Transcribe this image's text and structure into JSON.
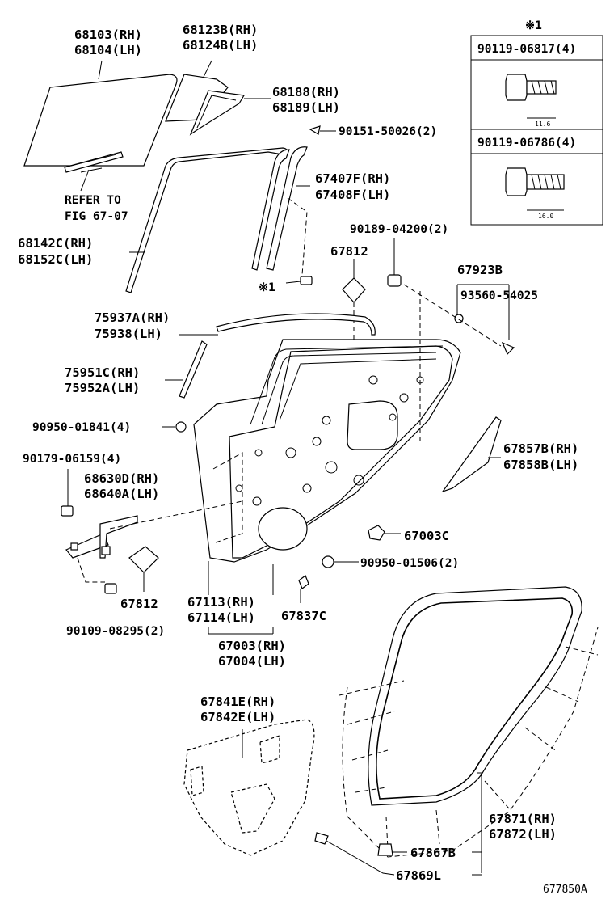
{
  "callouts": {
    "p68103": "68103(RH)",
    "p68104": "68104(LH)",
    "p68123b": "68123B(RH)",
    "p68124b": "68124B(LH)",
    "p68188": "68188(RH)",
    "p68189": "68189(LH)",
    "p90151": "90151-50026(2)",
    "p67407f": "67407F(RH)",
    "p67408f": "67408F(LH)",
    "refer1": "REFER TO",
    "refer2": "FIG 67-07",
    "p68142c": "68142C(RH)",
    "p68152c": "68152C(LH)",
    "p90189": "90189-04200(2)",
    "p67812a": "67812",
    "p67923b": "67923B",
    "p93560": "93560-54025",
    "mark1": "※1",
    "p75937a": "75937A(RH)",
    "p75938": "75938(LH)",
    "p75951c": "75951C(RH)",
    "p75952a": "75952A(LH)",
    "p90950_01841": "90950-01841(4)",
    "p67857b": "67857B(RH)",
    "p67858b": "67858B(LH)",
    "p90179": "90179-06159(4)",
    "p68630d": "68630D(RH)",
    "p68640a": "68640A(LH)",
    "p67003c": "67003C",
    "p90950_01506": "90950-01506(2)",
    "p67812b": "67812",
    "p67113": "67113(RH)",
    "p67114": "67114(LH)",
    "p67837c": "67837C",
    "p90109": "90109-08295(2)",
    "p67003": "67003(RH)",
    "p67004": "67004(LH)",
    "p67841e": "67841E(RH)",
    "p67842e": "67842E(LH)",
    "p67871": "67871(RH)",
    "p67872": "67872(LH)",
    "p67867b": "67867B",
    "p67869l": "67869L"
  },
  "inset": {
    "mark": "※1",
    "bolt_a_part": "90119-06817(4)",
    "bolt_a_dim": "11.6",
    "bolt_b_part": "90119-06786(4)",
    "bolt_b_dim": "16.0"
  },
  "figure_id": "677850A"
}
